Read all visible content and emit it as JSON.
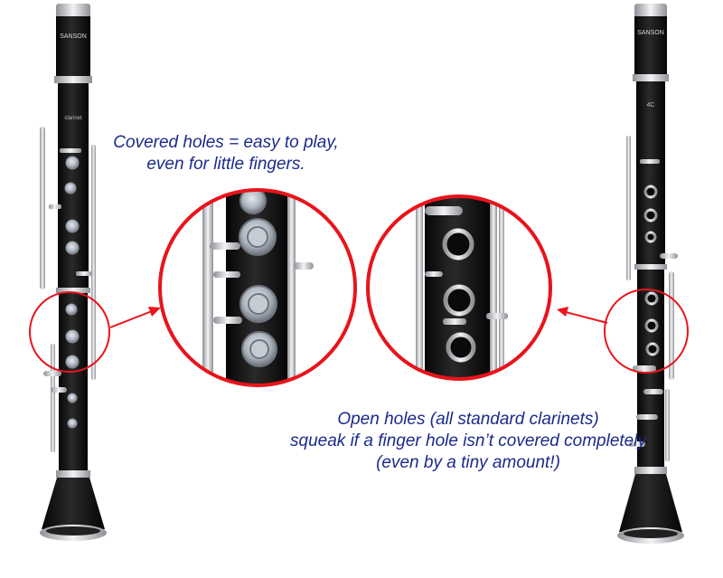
{
  "captions": {
    "covered": {
      "line1": "Covered holes = easy to play,",
      "line2": "even for little fingers."
    },
    "open": {
      "line1": "Open holes (all standard clarinets)",
      "line2": "squeak if a finger hole isn’t covered completely",
      "line3": "(even by a tiny amount!)"
    }
  },
  "brand": {
    "logo_text": "SANSON",
    "model_left": "clarinet",
    "model_right": "4C"
  },
  "colors": {
    "caption": "#1a2a8c",
    "highlight": "#e8141c",
    "body": "#141414",
    "silver": "#c9ccd0"
  }
}
